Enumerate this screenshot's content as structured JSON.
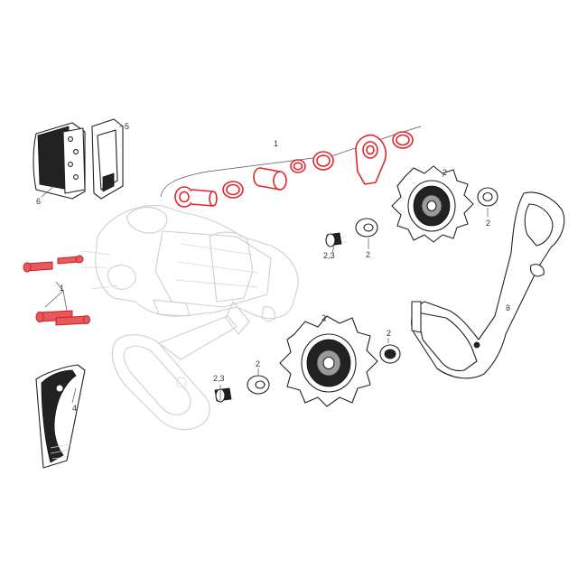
{
  "labels": {
    "one_a": "1",
    "one_b": "1",
    "two_a": "2",
    "two_b": "2",
    "two_c": "2",
    "two_d": "2",
    "two_e": "2",
    "twothree_a": "2,3",
    "twothree_b": "2,3",
    "three": "3",
    "four": "4",
    "five": "5",
    "six": "6"
  },
  "colors": {
    "highlight": "#e0262c",
    "ghost": "#cfcfcf",
    "ink": "#222222"
  }
}
